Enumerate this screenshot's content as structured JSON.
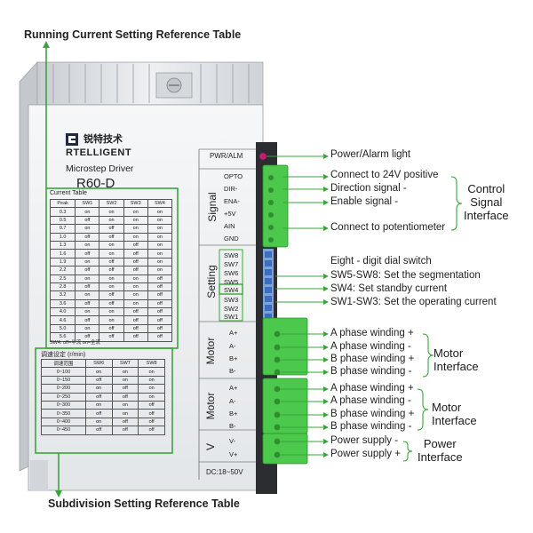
{
  "reference_tables": {
    "top_title": "Running Current Setting Reference Table",
    "bottom_title": "Subdivision Setting Reference Table"
  },
  "device": {
    "brand_cn": "锐特技术",
    "brand_en": "RTELLIGENT",
    "product_type": "Microstep Driver",
    "model": "R60-D",
    "supply_rating": "DC:18~50V",
    "pwr_alarm_label": "PWR/ALM"
  },
  "sections": {
    "signal": "Signal",
    "setting": "Setting",
    "motor1": "Motor",
    "motor2": "Motor",
    "power": "V"
  },
  "pins": {
    "signal": [
      "OPTO",
      "DIR-",
      "ENA-",
      "+5V",
      "AIN",
      "GND"
    ],
    "switches": [
      "SW8",
      "SW7",
      "SW6",
      "SW5",
      "SW4",
      "SW3",
      "SW2",
      "SW1"
    ],
    "motor1": [
      "A+",
      "A-",
      "B+",
      "B-"
    ],
    "motor2": [
      "A+",
      "A-",
      "B+",
      "B-"
    ],
    "power": [
      "V-",
      "V+"
    ]
  },
  "current_table": {
    "title": "Current Table",
    "headers": [
      "Peak",
      "SW1",
      "SW2",
      "SW3",
      "SW4"
    ],
    "rows": [
      [
        "0.3",
        "on",
        "on",
        "on",
        "on"
      ],
      [
        "0.5",
        "off",
        "on",
        "on",
        "on"
      ],
      [
        "0.7",
        "on",
        "off",
        "on",
        "on"
      ],
      [
        "1.0",
        "off",
        "off",
        "on",
        "on"
      ],
      [
        "1.3",
        "on",
        "on",
        "off",
        "on"
      ],
      [
        "1.6",
        "off",
        "on",
        "off",
        "on"
      ],
      [
        "1.9",
        "on",
        "off",
        "off",
        "on"
      ],
      [
        "2.2",
        "off",
        "off",
        "off",
        "on"
      ],
      [
        "2.5",
        "on",
        "on",
        "on",
        "off"
      ],
      [
        "2.8",
        "off",
        "on",
        "on",
        "off"
      ],
      [
        "3.2",
        "on",
        "off",
        "on",
        "off"
      ],
      [
        "3.6",
        "off",
        "off",
        "on",
        "off"
      ],
      [
        "4.0",
        "on",
        "on",
        "off",
        "off"
      ],
      [
        "4.6",
        "off",
        "on",
        "off",
        "off"
      ],
      [
        "5.0",
        "on",
        "off",
        "off",
        "off"
      ],
      [
        "5.6",
        "off",
        "off",
        "off",
        "off"
      ]
    ],
    "footnote": "SW4: off=半流  on=全流"
  },
  "subdivision_table": {
    "title": "调速设定 (r/min)",
    "headers": [
      "调速范围",
      "SW6",
      "SW7",
      "SW8"
    ],
    "rows": [
      [
        "0~100",
        "on",
        "on",
        "on"
      ],
      [
        "0~150",
        "off",
        "on",
        "on"
      ],
      [
        "0~200",
        "on",
        "off",
        "on"
      ],
      [
        "0~250",
        "off",
        "off",
        "on"
      ],
      [
        "0~300",
        "on",
        "on",
        "off"
      ],
      [
        "0~350",
        "off",
        "on",
        "off"
      ],
      [
        "0~400",
        "on",
        "off",
        "off"
      ],
      [
        "0~450",
        "off",
        "off",
        "off"
      ]
    ]
  },
  "callouts": {
    "power_alarm_light": "Power/Alarm light",
    "connect_24v": "Connect to 24V positive",
    "direction_signal": "Direction signal -",
    "enable_signal": "Enable signal -",
    "connect_potentiometer": "Connect to potentiometer",
    "dial_switch": "Eight - digit dial switch",
    "sw5_sw8": "SW5-SW8: Set the segmentation",
    "sw4": "SW4: Set standby current",
    "sw1_sw3": "SW1-SW3: Set the operating current",
    "motor1": [
      "A phase winding +",
      "A phase winding -",
      "B phase winding +",
      "B phase winding -"
    ],
    "motor2": [
      "A phase winding +",
      "A phase winding -",
      "B phase winding +",
      "B phase winding -"
    ],
    "power": [
      "Power supply -",
      "Power supply +"
    ]
  },
  "groups": {
    "control": [
      "Control",
      "Signal",
      "Interface"
    ],
    "motor1": [
      "Motor",
      "Interface"
    ],
    "motor2": [
      "Motor",
      "Interface"
    ],
    "power": [
      "Power",
      "Interface"
    ]
  },
  "colors": {
    "callout_line": "#3aa53a",
    "terminal_green": "#4cc94c",
    "dip_blue": "#3b6ec2",
    "panel_border": "#3aa53a"
  }
}
